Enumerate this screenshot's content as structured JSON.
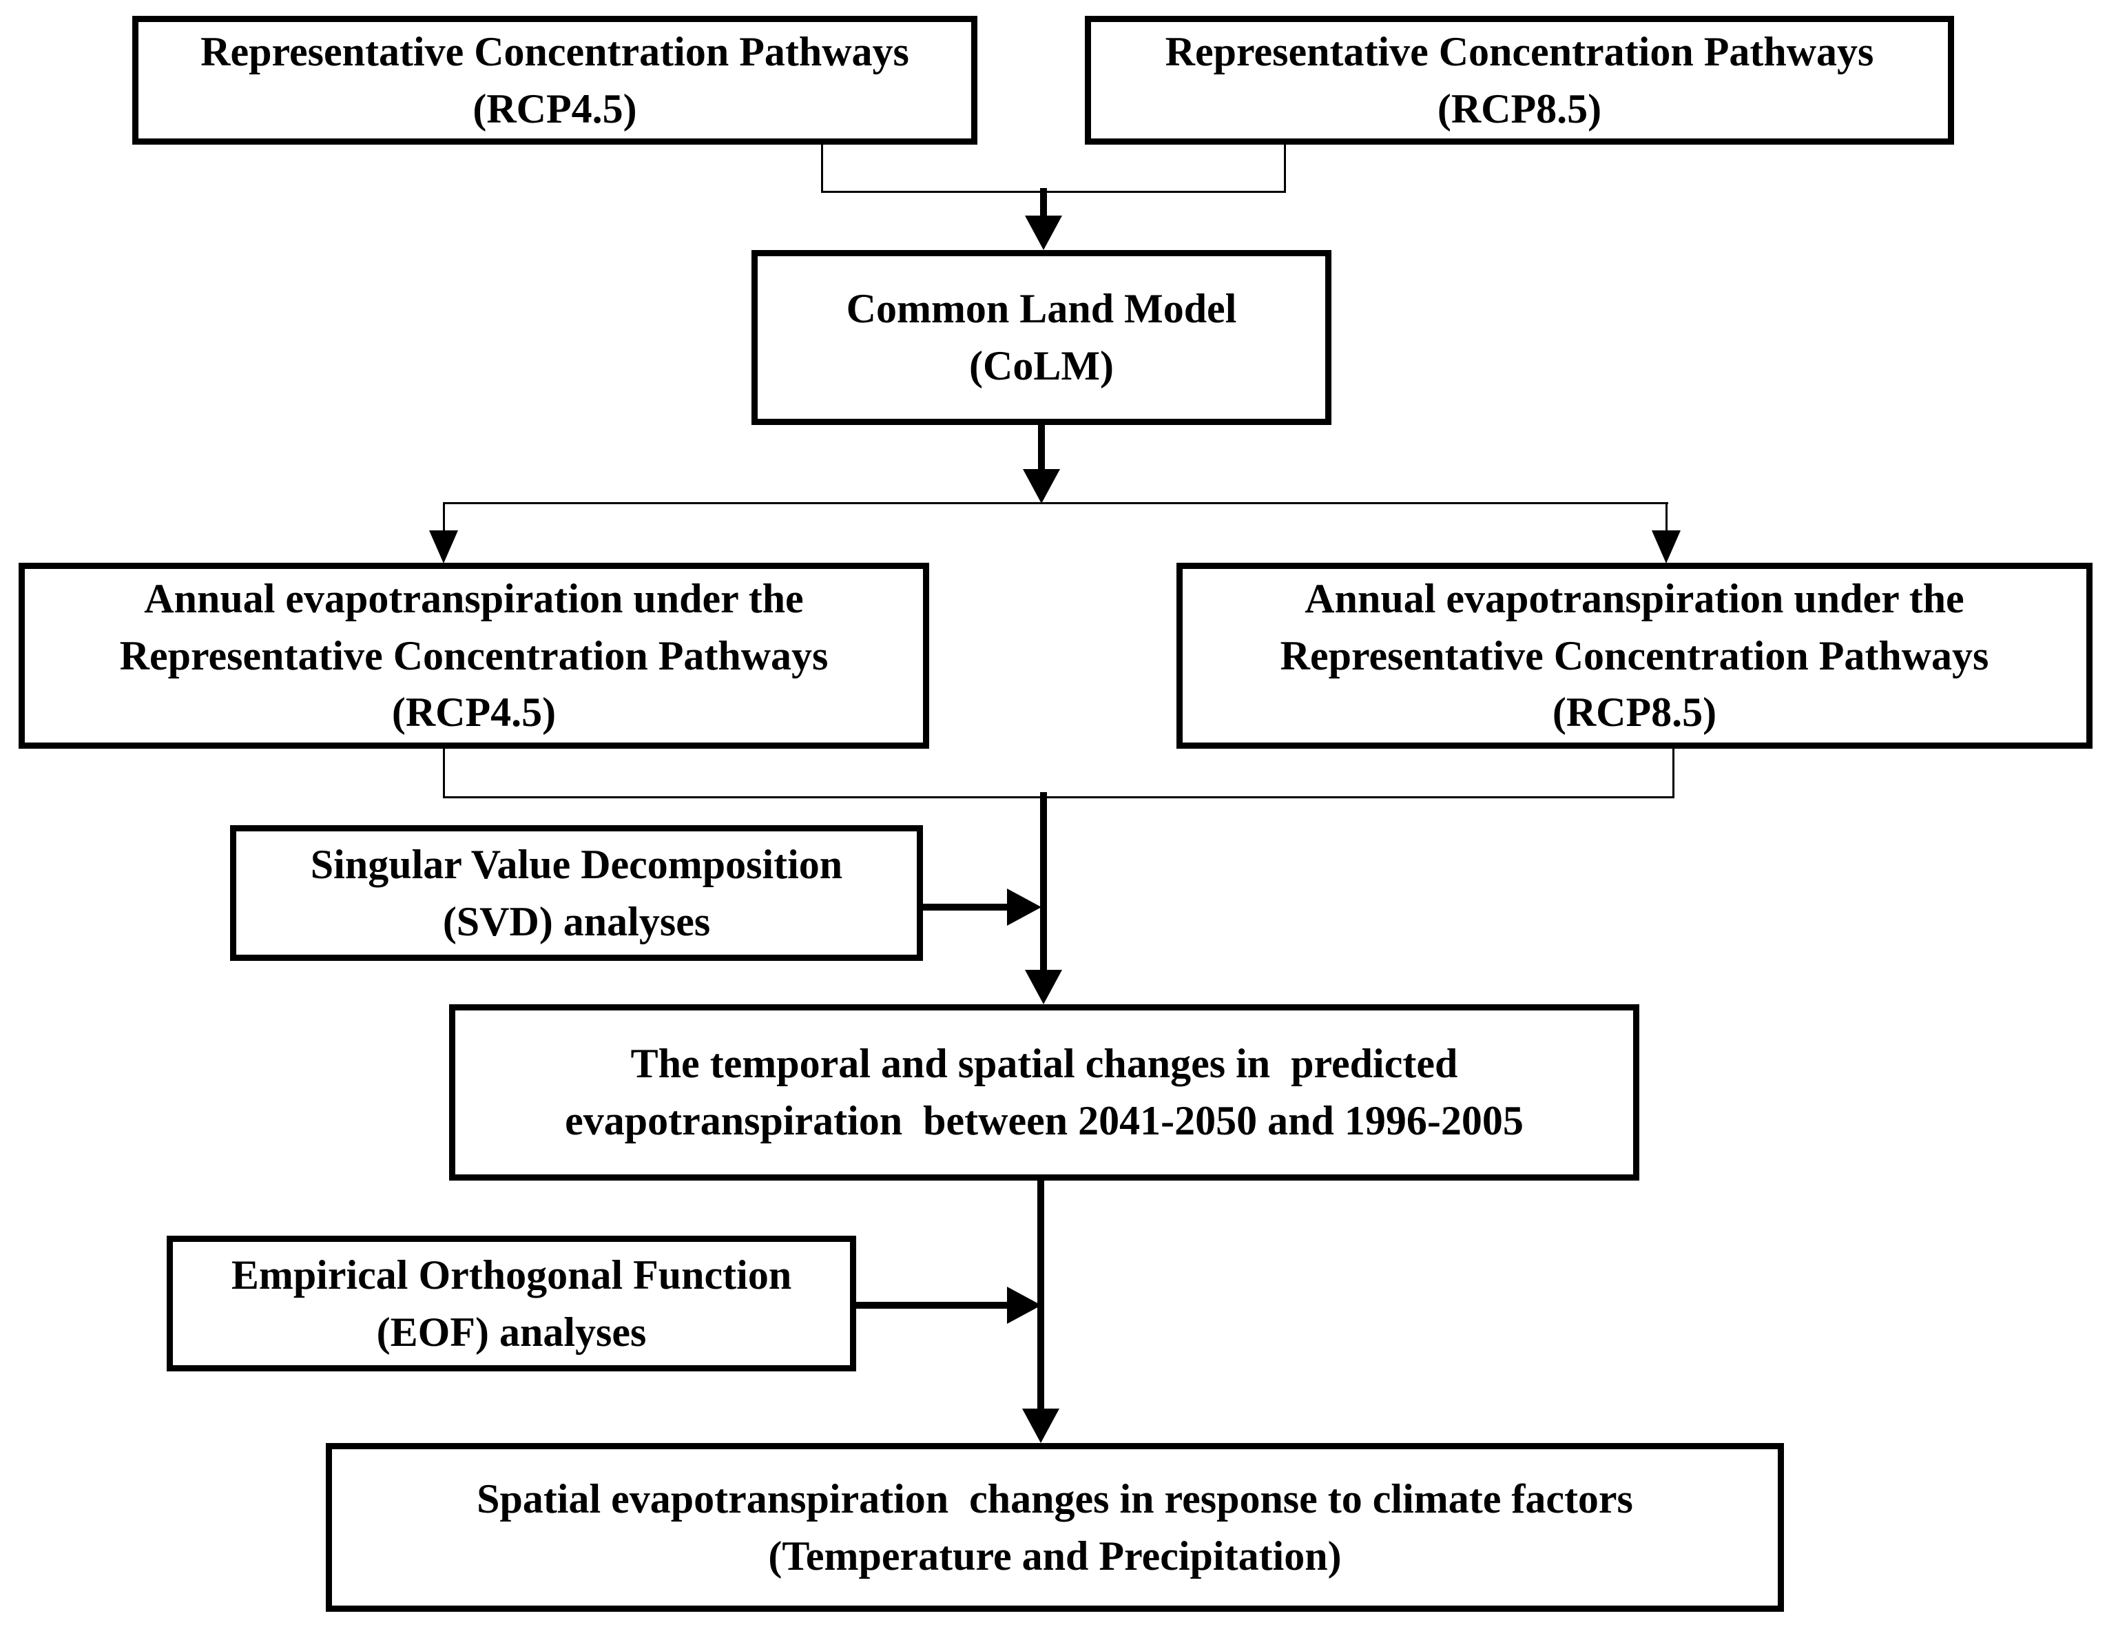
{
  "diagram": {
    "background_color": "#ffffff",
    "line_color": "#000000",
    "nodes": {
      "rcp45": {
        "lines": [
          "Representative Concentration Pathways",
          "(RCP4.5)"
        ]
      },
      "rcp85": {
        "lines": [
          "Representative Concentration Pathways",
          "(RCP8.5)"
        ]
      },
      "colm": {
        "lines": [
          "Common Land Model",
          "(CoLM)"
        ]
      },
      "annual_rcp45": {
        "lines": [
          "Annual evapotranspiration under the",
          "Representative Concentration Pathways",
          "(RCP4.5)"
        ]
      },
      "annual_rcp85": {
        "lines": [
          "Annual evapotranspiration under the",
          "Representative Concentration Pathways",
          "(RCP8.5)"
        ]
      },
      "svd": {
        "lines": [
          "Singular Value Decomposition",
          "(SVD) analyses"
        ]
      },
      "temporal": {
        "lines": [
          "The temporal and spatial changes in  predicted",
          "evapotranspiration  between 2041-2050 and 1996-2005"
        ]
      },
      "eof": {
        "lines": [
          "Empirical Orthogonal Function",
          "(EOF) analyses"
        ]
      },
      "spatial": {
        "lines": [
          "Spatial evapotranspiration  changes in response to climate factors",
          "(Temperature and Precipitation)"
        ]
      }
    }
  }
}
